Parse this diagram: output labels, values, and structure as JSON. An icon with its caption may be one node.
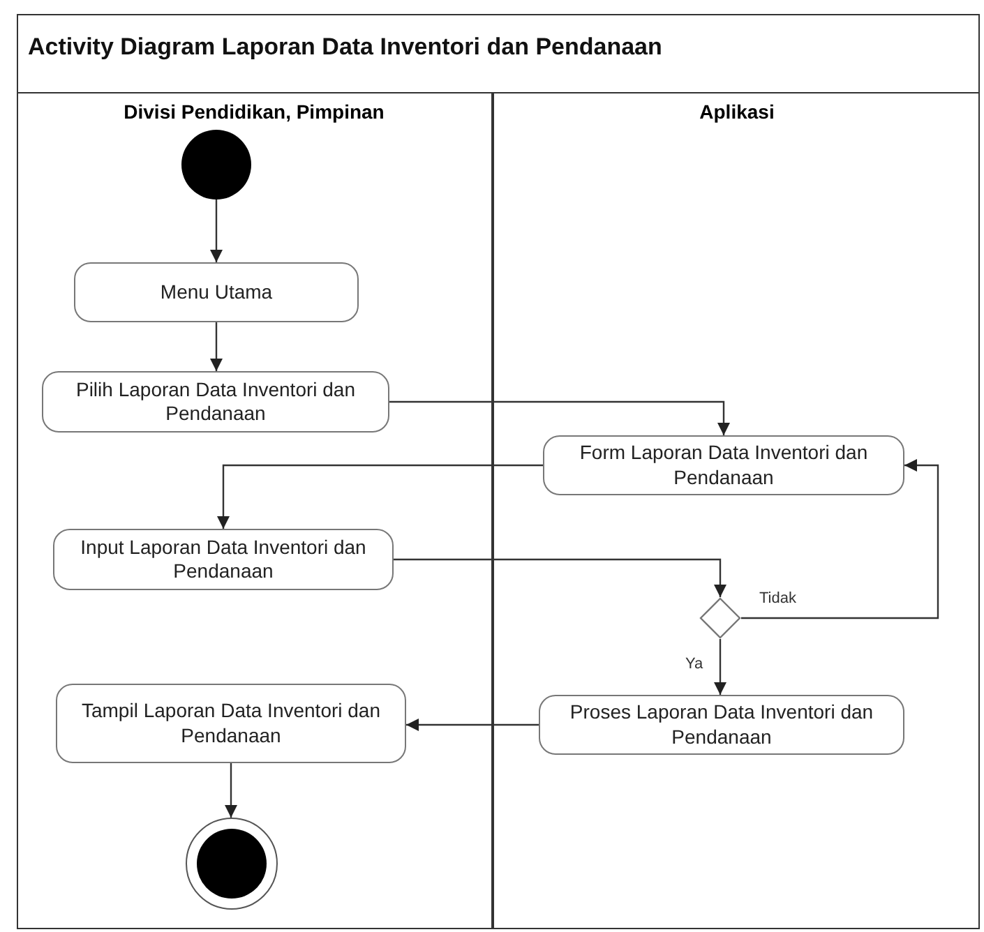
{
  "diagram": {
    "title": "Activity Diagram Laporan Data Inventori dan Pendanaan",
    "nodes": [
      {
        "text": [
          "Divisi Pendidikan, Pimpinan"
        ]
      },
      {
        "text": [
          "Aplikasi"
        ]
      },
      {
        "text": [],
        "shape": "circle",
        "in": 0
      },
      {
        "text": [
          "Menu Utama"
        ],
        "in": 0
      },
      {
        "text": [
          "Pilih Laporan Data Inventori dan Pendanaan"
        ],
        "in": 0
      },
      {
        "text": [
          "Form Laporan Data Inventori dan Pendanaan"
        ],
        "in": 1
      },
      {
        "text": [
          "Input Laporan Data Inventori dan Pendanaan"
        ],
        "in": 0
      },
      {
        "text": [],
        "shape": "diamond",
        "in": 1
      },
      {
        "text": [
          "Proses Laporan Data Inventori dan Pendanaan"
        ],
        "in": 1
      },
      {
        "text": [
          "Tampil Laporan Data Inventori dan Pendanaan"
        ],
        "in": 0
      },
      {
        "text": [],
        "shape": "circle",
        "in": 0
      }
    ],
    "edges": [
      {
        "from": 2,
        "to": 3,
        "arrow": "to"
      },
      {
        "from": 3,
        "to": 4,
        "arrow": "to"
      },
      {
        "from": 4,
        "to": 5,
        "arrow": "to"
      },
      {
        "from": 5,
        "to": 6,
        "arrow": "to"
      },
      {
        "from": 6,
        "to": 7,
        "arrow": "to"
      },
      {
        "from": 7,
        "to": 5,
        "arrow": "to",
        "label": "Tidak"
      },
      {
        "from": 7,
        "to": 8,
        "arrow": "to",
        "label": "Ya"
      },
      {
        "from": 8,
        "to": 9,
        "arrow": "to"
      },
      {
        "from": 9,
        "to": 10,
        "arrow": "to"
      }
    ]
  }
}
